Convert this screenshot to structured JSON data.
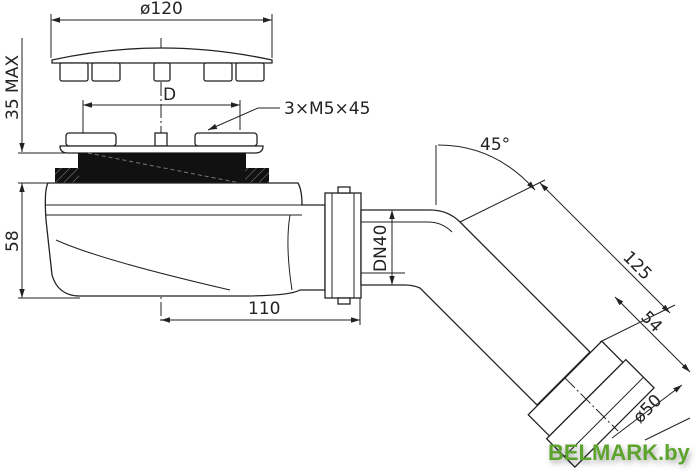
{
  "drawing": {
    "dim_cap_diameter": "ø120",
    "dim_height_max": "35 MAX",
    "dim_bolt_circle": "D",
    "screws_label": "3×M5×45",
    "dim_body_height": "58",
    "dim_outlet_offset": "110",
    "dim_outlet_size": "DN40",
    "dim_angle": "45°",
    "dim_elbow_length": "125",
    "dim_adapter_length": "54",
    "dim_outlet_diameter": "ø50"
  },
  "watermark": {
    "text": "BELMARK.by",
    "color": "#5da42e"
  }
}
